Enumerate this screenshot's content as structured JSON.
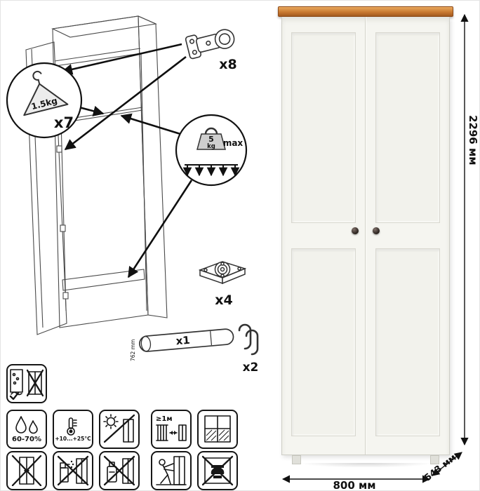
{
  "callouts": {
    "hanger_count": "x7",
    "hanger_capacity": "1.5kg",
    "hinge_count": "x8",
    "load_value": "5",
    "load_unit": "kg",
    "load_max": "max",
    "foot_count": "x4",
    "rod_count": "x1",
    "rod_length": "762 mm",
    "hook_count": "x2"
  },
  "dimensions": {
    "height": "2296 мм",
    "width": "800 мм",
    "depth": "543 мм"
  },
  "care": {
    "humidity": "60-70%",
    "temperature": "+10...+25°С",
    "distance": "≥1м"
  },
  "colors": {
    "top_board": "#c97a31",
    "body": "#f5f5f0",
    "outline": "#161616"
  }
}
